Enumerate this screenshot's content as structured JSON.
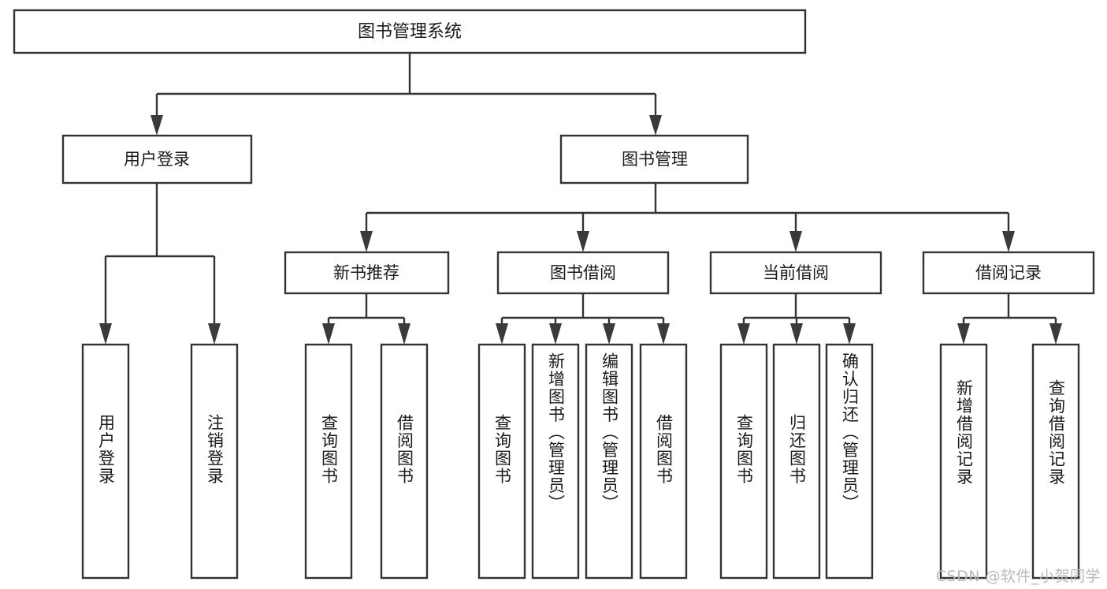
{
  "diagram": {
    "type": "tree-hierarchy",
    "title": "图书管理系统",
    "orientation": "top-down",
    "colors": {
      "box_fill": "#ffffff",
      "box_stroke": "#333333",
      "connector": "#333333",
      "text": "#1a1a1a",
      "watermark": "#b9b9b9"
    },
    "root": {
      "label": "图书管理系统"
    },
    "level2": [
      {
        "label": "用户登录"
      },
      {
        "label": "图书管理"
      }
    ],
    "level3": [
      {
        "label": "新书推荐"
      },
      {
        "label": "图书借阅"
      },
      {
        "label": "当前借阅"
      },
      {
        "label": "借阅记录"
      }
    ],
    "leaves": {
      "user_login": [
        {
          "label": "用户登录"
        },
        {
          "label": "注销登录"
        }
      ],
      "new_book_recommend": [
        {
          "label": "查询图书"
        },
        {
          "label": "借阅图书"
        }
      ],
      "book_borrow": [
        {
          "label": "查询图书"
        },
        {
          "label": "新增图书（管理员）"
        },
        {
          "label": "编辑图书（管理员）"
        },
        {
          "label": "借阅图书"
        }
      ],
      "current_borrow": [
        {
          "label": "查询图书"
        },
        {
          "label": "归还图书"
        },
        {
          "label": "确认归还（管理员）"
        }
      ],
      "borrow_record": [
        {
          "label": "新增借阅记录"
        },
        {
          "label": "查询借阅记录"
        }
      ]
    }
  },
  "watermark": {
    "text": "CSDN @软件_小贺同学"
  }
}
